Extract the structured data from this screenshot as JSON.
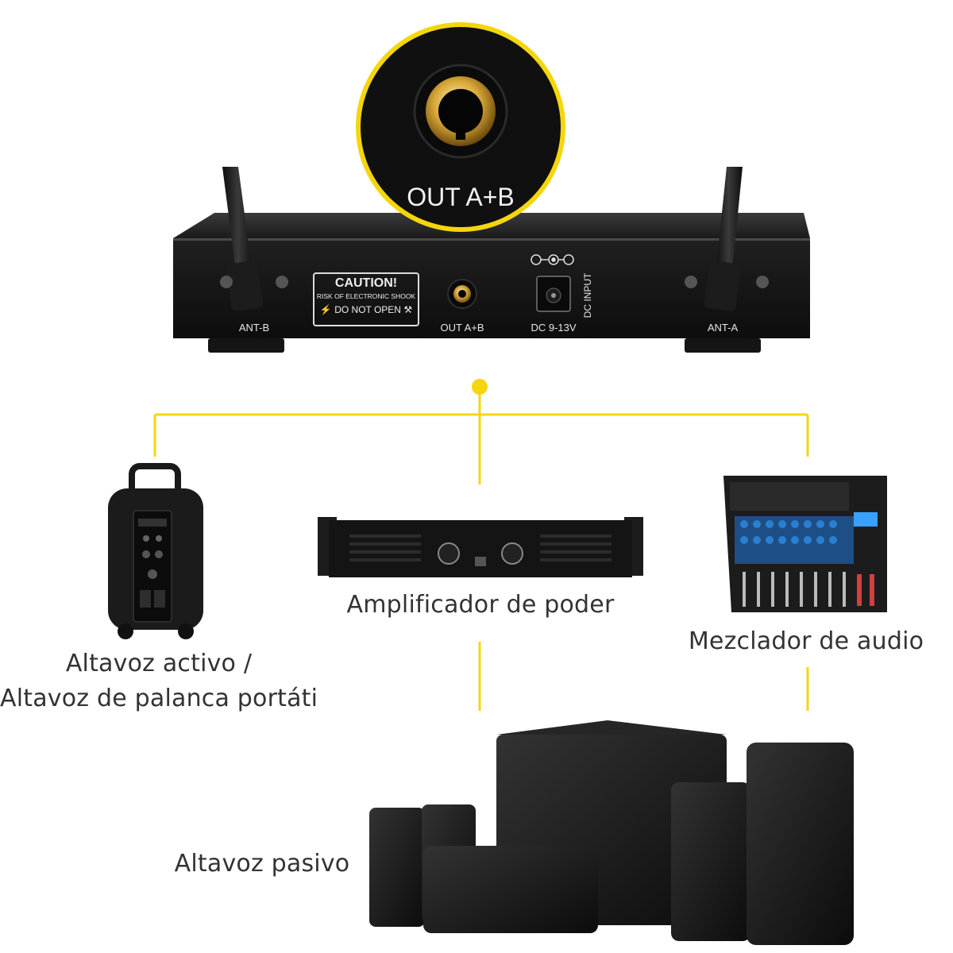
{
  "receiver": {
    "zoom_label": "OUT A+B",
    "caution_title": "CAUTION!",
    "caution_sub": "RISK OF ELECTRONIC SHOOK",
    "caution_do_not_open": "DO NOT OPEN",
    "port_out": "OUT A+B",
    "port_dc": "DC 9-13V",
    "dc_input": "DC INPUT",
    "ant_b": "ANT-B",
    "ant_a": "ANT-A"
  },
  "devices": {
    "active_speaker_line1": "Altavoz activo /",
    "active_speaker_line2": "Altavoz de palanca portáti",
    "amplifier": "Amplificador de poder",
    "mixer": "Mezclador de audio",
    "passive_speaker": "Altavoz pasivo"
  },
  "colors": {
    "connector": "#f5d60c",
    "device_body": "#1a1a1a",
    "label_text": "#333333"
  }
}
